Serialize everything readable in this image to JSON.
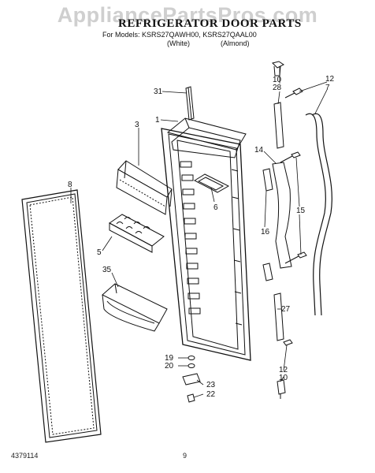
{
  "watermark": "AppliancePartsPros.com",
  "title": "REFRIGERATOR DOOR PARTS",
  "models_line": "For Models: KSRS27QAWH00, KSRS27QAAL00",
  "variant_white": "(White)",
  "variant_almond": "(Almond)",
  "callouts": {
    "c31": "31",
    "c1": "1",
    "c3": "3",
    "c6": "6",
    "c8": "8",
    "c5": "5",
    "c35": "35",
    "c10a": "10",
    "c28": "28",
    "c12a": "12",
    "c7": "7",
    "c14": "14",
    "c16": "16",
    "c15": "15",
    "c27": "27",
    "c12b": "12",
    "c10b": "10",
    "c19": "19",
    "c20": "20",
    "c23": "23",
    "c22": "22"
  },
  "footer_doc": "4379114",
  "footer_page": "9"
}
